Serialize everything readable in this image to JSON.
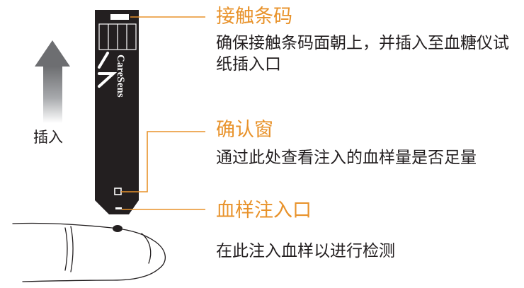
{
  "insert_label": "插入",
  "strip": {
    "brand": "CareSens"
  },
  "callouts": [
    {
      "title": "接触条码",
      "desc": "确保接触条码面朝上，并插入至血糖仪试纸插入口"
    },
    {
      "title": "确认窗",
      "desc": "通过此处查看注入的血样量是否足量"
    },
    {
      "title": "血样注入口",
      "desc": "在此注入血样以进行检测"
    }
  ],
  "colors": {
    "accent": "#e8922a",
    "strip": "#231f20",
    "text": "#231f20"
  }
}
